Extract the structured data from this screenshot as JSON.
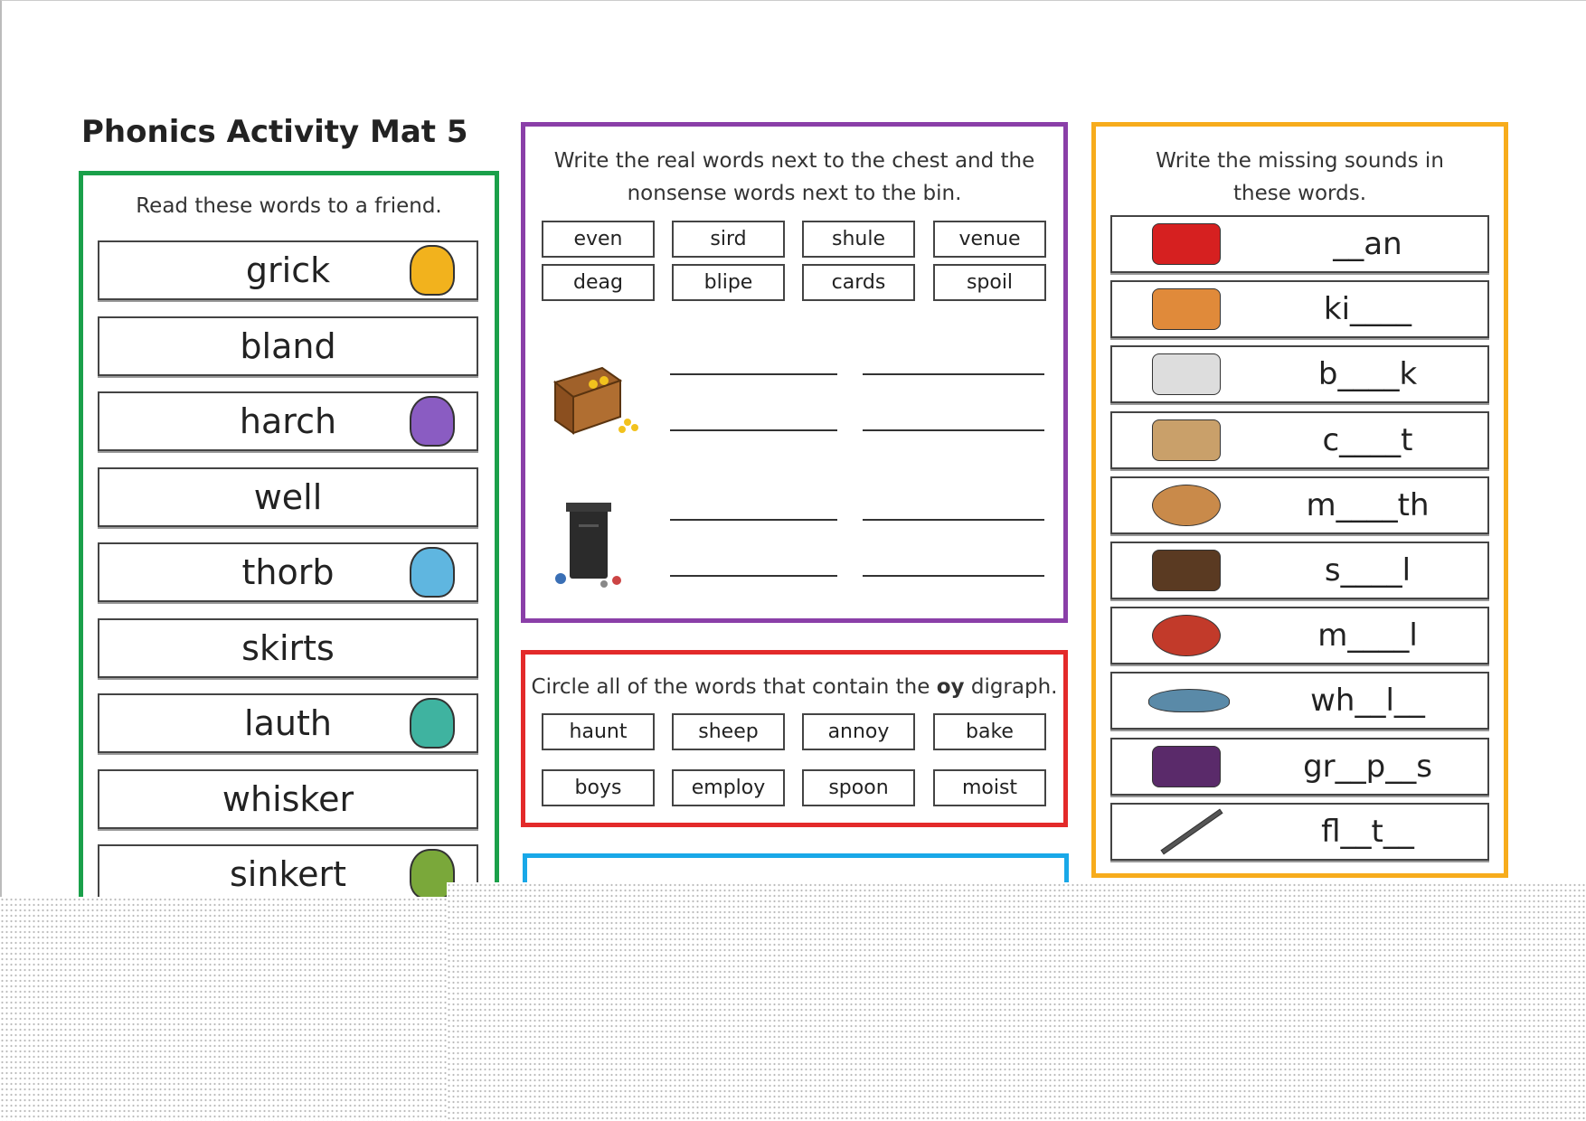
{
  "title": "Phonics Activity Mat 5",
  "read_panel": {
    "instruction": "Read these words to a friend.",
    "words": [
      "grick",
      "bland",
      "harch",
      "well",
      "thorb",
      "skirts",
      "lauth",
      "whisker",
      "sinkert"
    ]
  },
  "sort_panel": {
    "instruction_line1": "Write the real words next to the chest and the",
    "instruction_line2": "nonsense words next to the bin.",
    "words": [
      "even",
      "sird",
      "shule",
      "venue",
      "deag",
      "blipe",
      "cards",
      "spoil"
    ]
  },
  "circle_panel": {
    "instruction_pre": "Circle all of the words that contain the ",
    "instruction_bold": "oy",
    "instruction_post": " digraph.",
    "words": [
      "haunt",
      "sheep",
      "annoy",
      "bake",
      "boys",
      "employ",
      "spoon",
      "moist"
    ]
  },
  "missing_panel": {
    "instruction_line1": "Write the missing sounds in",
    "instruction_line2": "these words.",
    "items": [
      {
        "icon": "van-icon",
        "word": "__an"
      },
      {
        "icon": "king-icon",
        "word": "ki____"
      },
      {
        "icon": "book-icon",
        "word": "b____k"
      },
      {
        "icon": "coat-icon",
        "word": "c____t"
      },
      {
        "icon": "mouth-icon",
        "word": "m____th"
      },
      {
        "icon": "soil-icon",
        "word": "s____l"
      },
      {
        "icon": "meal-icon",
        "word": "m____l"
      },
      {
        "icon": "whale-icon",
        "word": "wh__l__"
      },
      {
        "icon": "grapes-icon",
        "word": "gr__p__s"
      },
      {
        "icon": "flute-icon",
        "word": "fl__t__"
      }
    ]
  },
  "colors": {
    "green": "#1aa04a",
    "purple": "#8a3fa8",
    "red": "#e32a2a",
    "blue": "#19a8e8",
    "orange": "#f7ac1c"
  }
}
